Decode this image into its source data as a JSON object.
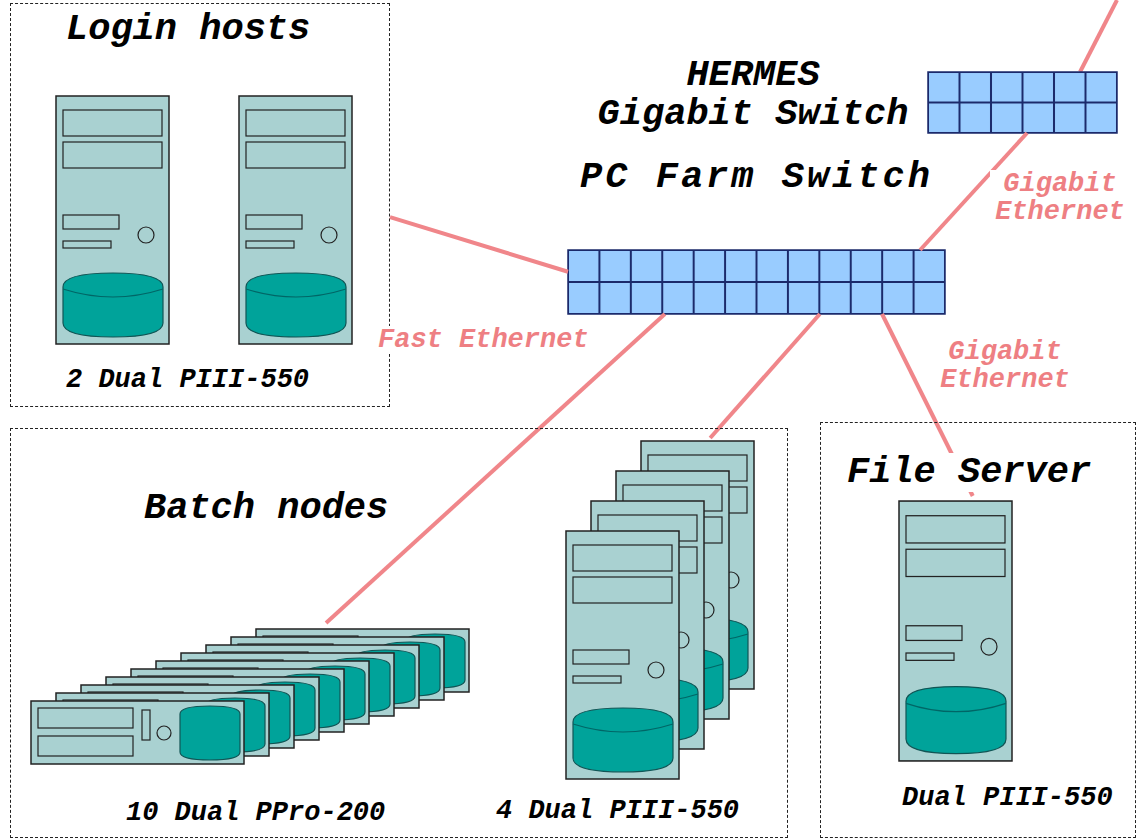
{
  "diagram": {
    "nodes": [
      {
        "text": [
          "Login hosts",
          "2 Dual PIII-550"
        ]
      },
      {
        "text": [
          "HERMES Gigabit Switch"
        ]
      },
      {
        "text": [
          "PC Farm Switch"
        ]
      },
      {
        "text": [
          "Batch nodes"
        ]
      },
      {
        "text": [
          "10 Dual PPro-200"
        ],
        "in": 3
      },
      {
        "text": [
          "4 Dual PIII-550"
        ],
        "in": 3
      },
      {
        "text": [
          "File Server"
        ]
      },
      {
        "text": [
          "Dual PIII-550"
        ],
        "in": 6
      }
    ],
    "edges": [
      {
        "from": 0,
        "to": 2,
        "arrow": "none"
      },
      {
        "from": 2,
        "to": 1,
        "label": "Gigabit Ethernet",
        "arrow": "none"
      },
      {
        "from": 2,
        "to": 4,
        "arrow": "none"
      },
      {
        "from": 2,
        "to": 5,
        "arrow": "none"
      },
      {
        "from": 2,
        "to": 7,
        "label": "Gigabit Ethernet",
        "arrow": "none"
      }
    ],
    "labels": [
      "Fast Ethernet"
    ]
  }
}
